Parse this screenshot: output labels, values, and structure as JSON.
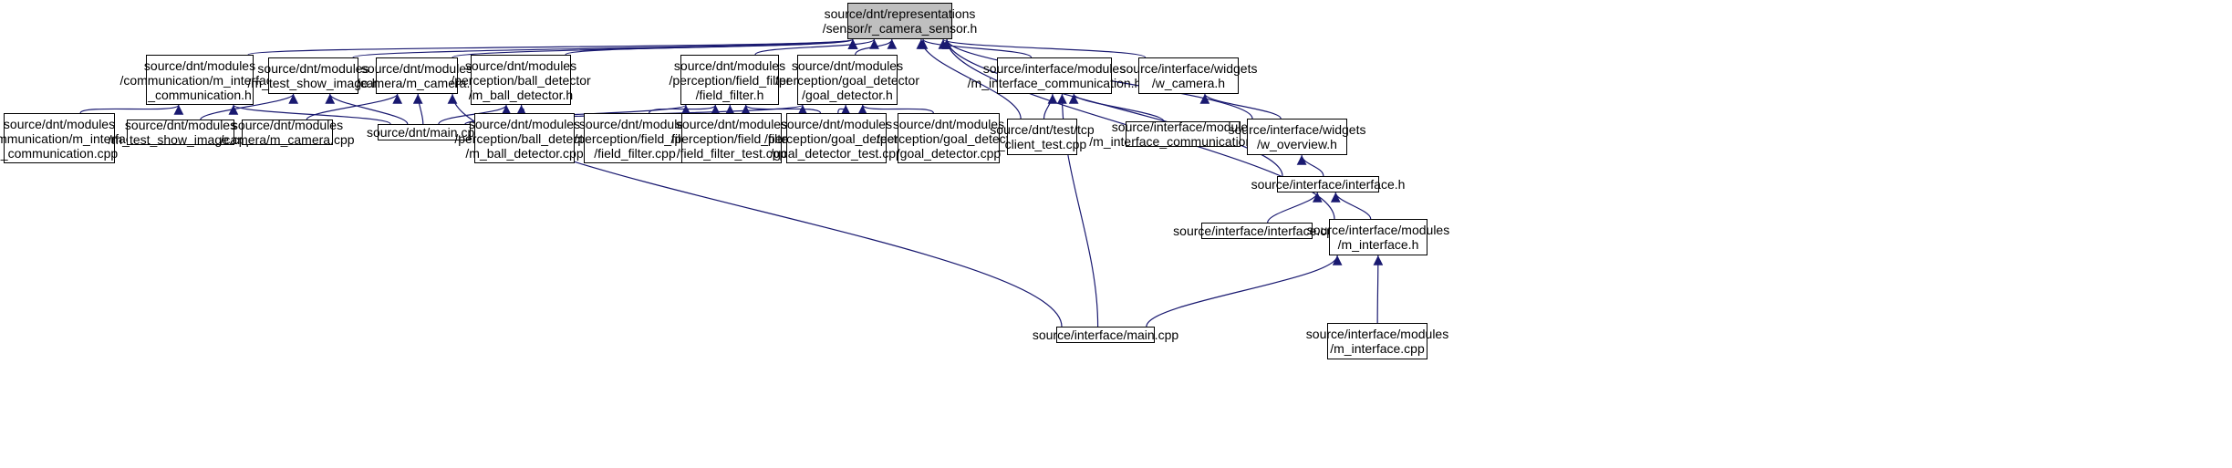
{
  "colors": {
    "edge": "#191970",
    "root_fill": "#bfbfbf",
    "node_fill": "#ffffff",
    "border": "#000000"
  },
  "nodes": [
    {
      "id": "root",
      "lines": [
        "source/dnt/representations",
        "/sensor/r_camera_sensor.h"
      ]
    },
    {
      "id": "comm_h",
      "lines": [
        "source/dnt/modules",
        "/communication/m_interface",
        "_communication.h"
      ]
    },
    {
      "id": "showimg_h",
      "lines": [
        "source/dnt/modules",
        "/m_test_show_image.h"
      ]
    },
    {
      "id": "camera_h",
      "lines": [
        "source/dnt/modules",
        "/camera/m_camera.h"
      ]
    },
    {
      "id": "ball_h",
      "lines": [
        "source/dnt/modules",
        "/perception/ball_detector",
        "/m_ball_detector.h"
      ]
    },
    {
      "id": "field_h",
      "lines": [
        "source/dnt/modules",
        "/perception/field_filter",
        "/field_filter.h"
      ]
    },
    {
      "id": "goal_h",
      "lines": [
        "source/dnt/modules",
        "/perception/goal_detector",
        "/goal_detector.h"
      ]
    },
    {
      "id": "ifcomm_h",
      "lines": [
        "source/interface/modules",
        "/m_interface_communication.h"
      ]
    },
    {
      "id": "wcam_h",
      "lines": [
        "source/interface/widgets",
        "/w_camera.h"
      ]
    },
    {
      "id": "comm_cpp",
      "lines": [
        "source/dnt/modules",
        "/communication/m_interface",
        "_communication.cpp"
      ]
    },
    {
      "id": "showimg_cpp",
      "lines": [
        "source/dnt/modules",
        "/m_test_show_image.cpp"
      ]
    },
    {
      "id": "camera_cpp",
      "lines": [
        "source/dnt/modules",
        "/camera/m_camera.cpp"
      ]
    },
    {
      "id": "main_cpp",
      "lines": [
        "source/dnt/main.cpp"
      ]
    },
    {
      "id": "ball_cpp",
      "lines": [
        "source/dnt/modules",
        "/perception/ball_detector",
        "/m_ball_detector.cpp"
      ]
    },
    {
      "id": "field_cpp",
      "lines": [
        "source/dnt/modules",
        "/perception/field_filter",
        "/field_filter.cpp"
      ]
    },
    {
      "id": "field_test_cpp",
      "lines": [
        "source/dnt/modules",
        "/perception/field_filter",
        "/field_filter_test.cpp"
      ]
    },
    {
      "id": "goal_test_cpp",
      "lines": [
        "source/dnt/modules",
        "/perception/goal_detector",
        "/goal_detector_test.cpp"
      ]
    },
    {
      "id": "goal_cpp",
      "lines": [
        "source/dnt/modules",
        "/perception/goal_detector",
        "/goal_detector.cpp"
      ]
    },
    {
      "id": "tcp_cpp",
      "lines": [
        "source/dnt/test/tcp",
        "_client_test.cpp"
      ]
    },
    {
      "id": "ifcomm_cpp",
      "lines": [
        "source/interface/modules",
        "/m_interface_communication.cpp"
      ]
    },
    {
      "id": "overview_h",
      "lines": [
        "source/interface/widgets",
        "/w_overview.h"
      ]
    },
    {
      "id": "interface_h",
      "lines": [
        "source/interface/interface.h"
      ]
    },
    {
      "id": "interface_cpp",
      "lines": [
        "source/interface/interface.cpp"
      ]
    },
    {
      "id": "minterface_h",
      "lines": [
        "source/interface/modules",
        "/m_interface.h"
      ]
    },
    {
      "id": "ifmain_cpp",
      "lines": [
        "source/interface/main.cpp"
      ]
    },
    {
      "id": "minterface_cpp",
      "lines": [
        "source/interface/modules",
        "/m_interface.cpp"
      ]
    }
  ],
  "edges": [
    [
      "comm_h",
      "root"
    ],
    [
      "showimg_h",
      "root"
    ],
    [
      "camera_h",
      "root"
    ],
    [
      "ball_h",
      "root"
    ],
    [
      "field_h",
      "root"
    ],
    [
      "goal_h",
      "root"
    ],
    [
      "ifcomm_h",
      "root"
    ],
    [
      "wcam_h",
      "root"
    ],
    [
      "tcp_cpp",
      "root"
    ],
    [
      "overview_h",
      "root"
    ],
    [
      "interface_h",
      "root"
    ],
    [
      "minterface_h",
      "root"
    ],
    [
      "comm_cpp",
      "comm_h"
    ],
    [
      "main_cpp",
      "comm_h"
    ],
    [
      "showimg_cpp",
      "showimg_h"
    ],
    [
      "main_cpp",
      "showimg_h"
    ],
    [
      "camera_cpp",
      "camera_h"
    ],
    [
      "main_cpp",
      "camera_h"
    ],
    [
      "ifmain_cpp",
      "camera_h"
    ],
    [
      "main_cpp",
      "ball_h"
    ],
    [
      "ball_cpp",
      "ball_h"
    ],
    [
      "main_cpp",
      "field_h"
    ],
    [
      "field_cpp",
      "field_h"
    ],
    [
      "field_test_cpp",
      "field_h"
    ],
    [
      "goal_test_cpp",
      "field_h"
    ],
    [
      "main_cpp",
      "goal_h"
    ],
    [
      "goal_test_cpp",
      "goal_h"
    ],
    [
      "goal_cpp",
      "goal_h"
    ],
    [
      "tcp_cpp",
      "ifcomm_h"
    ],
    [
      "ifcomm_cpp",
      "ifcomm_h"
    ],
    [
      "ifmain_cpp",
      "ifcomm_h"
    ],
    [
      "overview_h",
      "wcam_h"
    ],
    [
      "interface_h",
      "overview_h"
    ],
    [
      "interface_cpp",
      "interface_h"
    ],
    [
      "minterface_h",
      "interface_h"
    ],
    [
      "ifmain_cpp",
      "minterface_h"
    ],
    [
      "minterface_cpp",
      "minterface_h"
    ]
  ]
}
